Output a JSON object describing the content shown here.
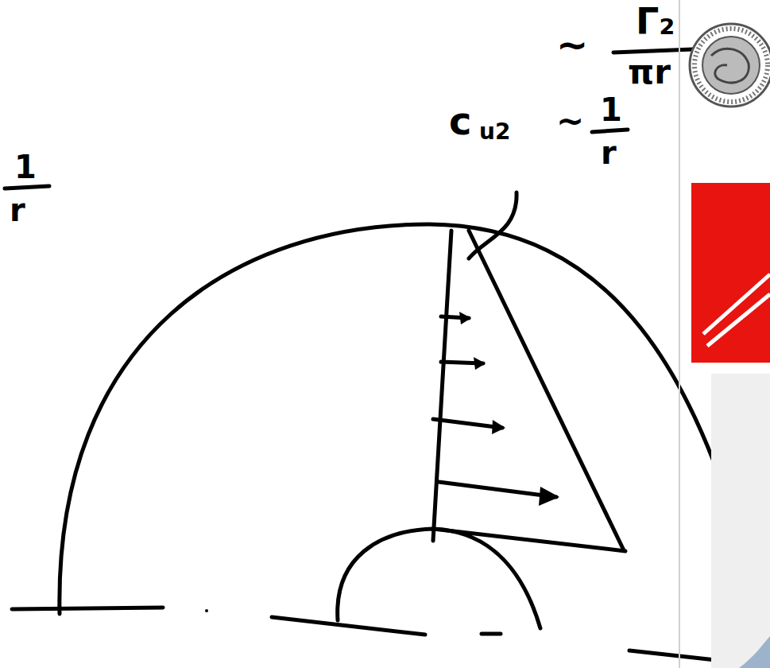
{
  "diagram": {
    "labels": [
      "~",
      "Γ₂",
      "πr",
      "c",
      "u2",
      "~",
      "1",
      "r",
      "1",
      "r"
    ]
  }
}
